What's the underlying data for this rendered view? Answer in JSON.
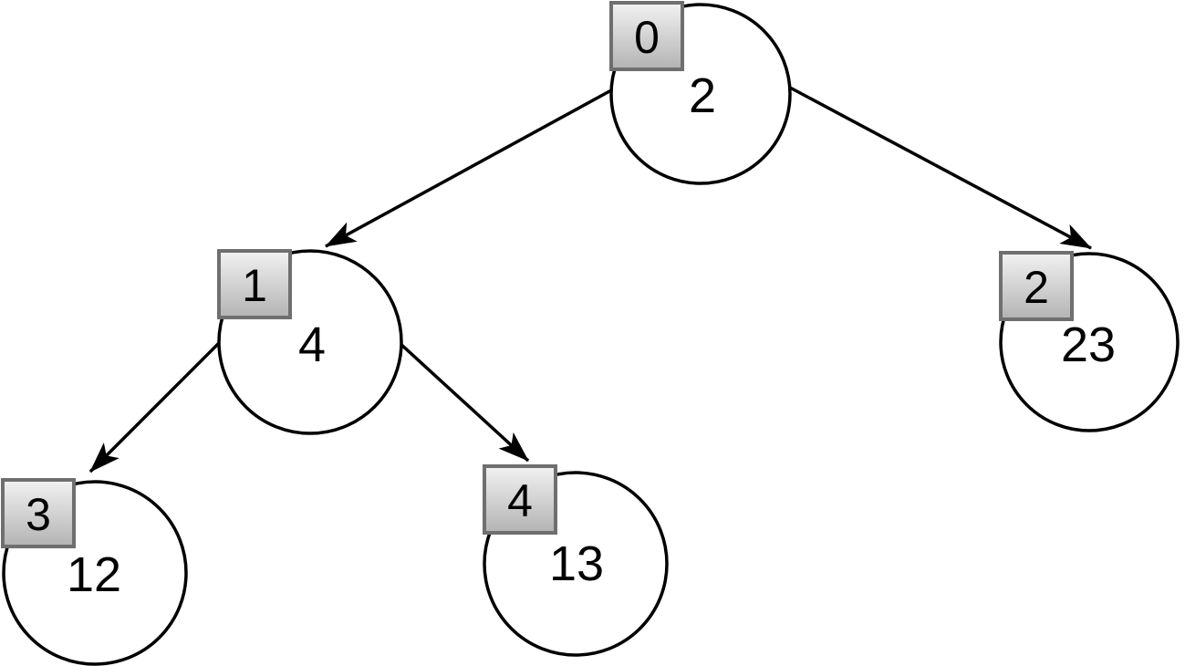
{
  "diagram": {
    "type": "binary-tree",
    "nodes": [
      {
        "index_badge": "0",
        "value": "2"
      },
      {
        "index_badge": "1",
        "value": "4"
      },
      {
        "index_badge": "2",
        "value": "23"
      },
      {
        "index_badge": "3",
        "value": "12"
      },
      {
        "index_badge": "4",
        "value": "13"
      }
    ],
    "edges": [
      {
        "from": 0,
        "to": 1,
        "direction": "left-child"
      },
      {
        "from": 0,
        "to": 2,
        "direction": "right-child"
      },
      {
        "from": 1,
        "to": 3,
        "direction": "left-child"
      },
      {
        "from": 1,
        "to": 4,
        "direction": "right-child"
      }
    ],
    "colors": {
      "background": "#ffffff",
      "node_fill": "#ffffff",
      "node_stroke": "#000000",
      "edge_stroke": "#000000",
      "text": "#000000",
      "badge_fill_top": "#f2f2f2",
      "badge_fill_bottom": "#b3b3b3",
      "badge_border": "#6f6f6f"
    }
  }
}
